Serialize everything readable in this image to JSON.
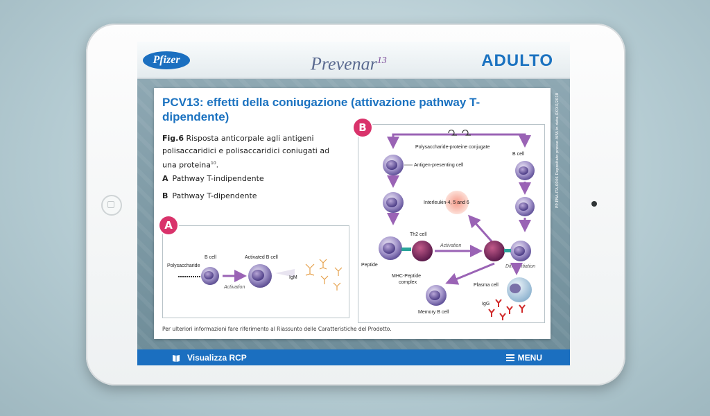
{
  "header": {
    "brand_logo": "Pfizer",
    "product_logo": "Prevenar",
    "product_logo_sup": "13",
    "audience": "ADULTO"
  },
  "slide": {
    "title": "PCV13: effetti della coniugazione (attivazione pathway T-dipendente)",
    "fig_label": "Fig.6",
    "fig_caption": "Risposta anticorpale agli antigeni polisaccaridici e polisaccaridici coniugati ad una proteina",
    "fig_ref": "10",
    "legend": [
      {
        "key": "A",
        "text": "Pathway T-indipendente"
      },
      {
        "key": "B",
        "text": "Pathway T-dipendente"
      }
    ],
    "footnote": "Per ulteriori informazioni fare riferimento al Riassunto delle Caratteristiche del Prodotto.",
    "side_note": "PP-PNA-ITA-0046 Depositato presso AIFA in data XX/XX/2018"
  },
  "diagram_a": {
    "badge": "A",
    "polysaccharide": "Polysaccharide",
    "b_cell": "B cell",
    "activated_b_cell": "Activated B cell",
    "activation": "Activation",
    "igm": "IgM"
  },
  "diagram_b": {
    "badge": "B",
    "conjugate": "Polysaccharide-proteine conjugate",
    "apc": "Antigen-presenting cell",
    "b_cell": "B cell",
    "interleukin": "Interleukin-4, 5 and 6",
    "th2": "Th2 cell",
    "activation": "Activation",
    "peptide": "Peptide",
    "mhc": "MHC-Peptide",
    "complex": "complex",
    "differentiation": "Differentiation",
    "plasma": "Plasma cell",
    "igg": "IgG",
    "memory": "Memory B cell"
  },
  "bottombar": {
    "rcp_label": "Visualizza RCP",
    "menu_label": "MENU"
  },
  "colors": {
    "brand_blue": "#1b72c0",
    "badge_pink": "#d9336b",
    "arrow_purple": "#9a63b5"
  }
}
